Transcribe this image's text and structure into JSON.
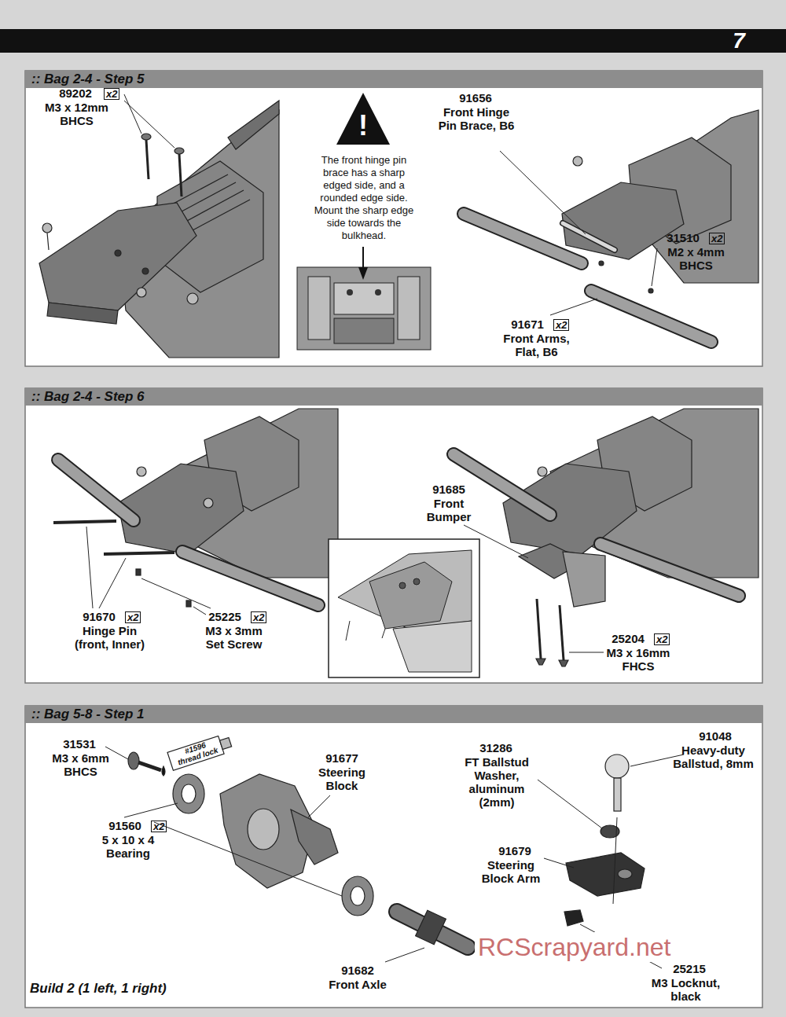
{
  "diagram": {
    "nodes": [
      {
        "text": [
          ":: Bag 2-4 - Step 5"
        ]
      },
      {
        "text": [
          ":: Bag 2-4 - Step 6"
        ]
      },
      {
        "text": [
          ":: Bag 5-8 - Step 1"
        ]
      }
    ],
    "labels": [
      "7",
      "89202",
      "x2",
      "M3 x 12mm BHCS",
      "!",
      "The front hinge pin brace has a sharp edged side, and a rounded edge side. Mount the sharp edge side towards the bulkhead.",
      "91656",
      "Front Hinge Pin Brace, B6",
      "31510",
      "x2",
      "M2 x 4mm BHCS",
      "91671",
      "x2",
      "Front Arms, Flat, B6",
      "91670",
      "x2",
      "Hinge Pin (front, Inner)",
      "25225",
      "x2",
      "M3 x 3mm Set Screw",
      "91685",
      "Front Bumper",
      "25204",
      "x2",
      "M3 x 16mm FHCS",
      "31531",
      "M3 x 6mm BHCS",
      "#1596 thread lock",
      "91560",
      "x2",
      "5 x 10 x 4 Bearing",
      "91677",
      "Steering Block",
      "31286",
      "FT Ballstud Washer, aluminum (2mm)",
      "91048",
      "Heavy-duty Ballstud, 8mm",
      "91679",
      "Steering Block Arm",
      "91682",
      "Front Axle",
      "25215",
      "M3 Locknut, black",
      "Build 2 (1 left, 1 right)",
      "RCScrapyard.net"
    ]
  }
}
